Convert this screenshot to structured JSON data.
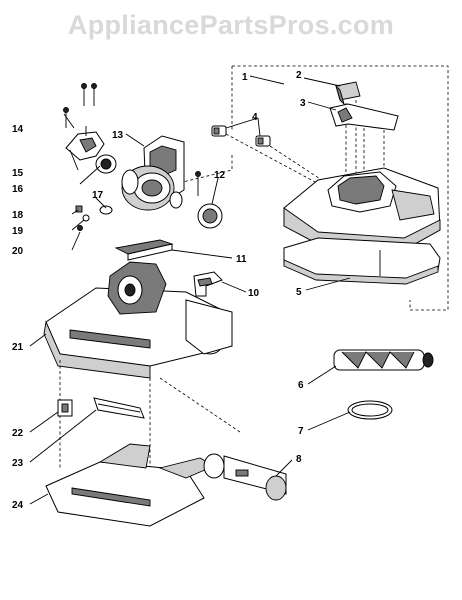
{
  "watermark": "AppliancePartsPros.com",
  "callouts": [
    "1",
    "2",
    "3",
    "4",
    "5",
    "6",
    "7",
    "8",
    "10",
    "11",
    "12",
    "13",
    "14",
    "15",
    "16",
    "17",
    "18",
    "19",
    "20",
    "21",
    "22",
    "23",
    "24"
  ]
}
